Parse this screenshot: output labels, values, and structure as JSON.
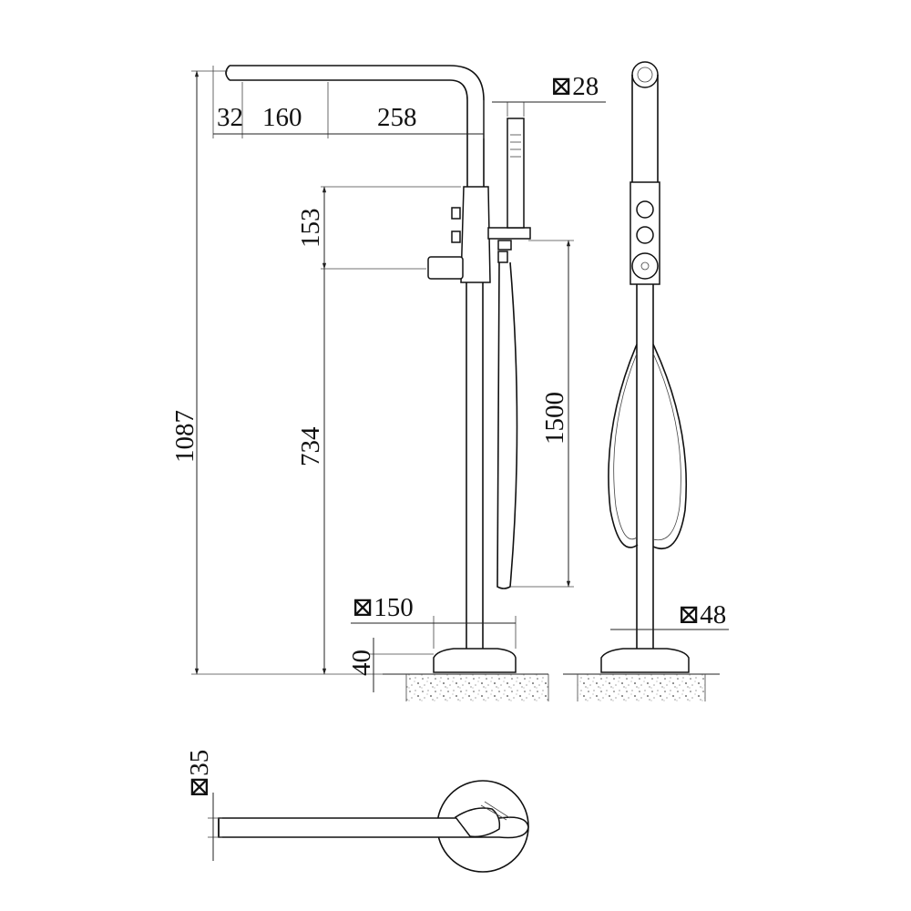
{
  "diagram": {
    "dimensions": {
      "d32": "32",
      "d160": "160",
      "d258": "258",
      "d28": "⊠28",
      "d153": "153",
      "d1087": "1087",
      "d734": "734",
      "d1500": "1500",
      "d150": "⊠150",
      "d40": "40",
      "d48": "⊠48",
      "d35": "⊠35"
    }
  }
}
